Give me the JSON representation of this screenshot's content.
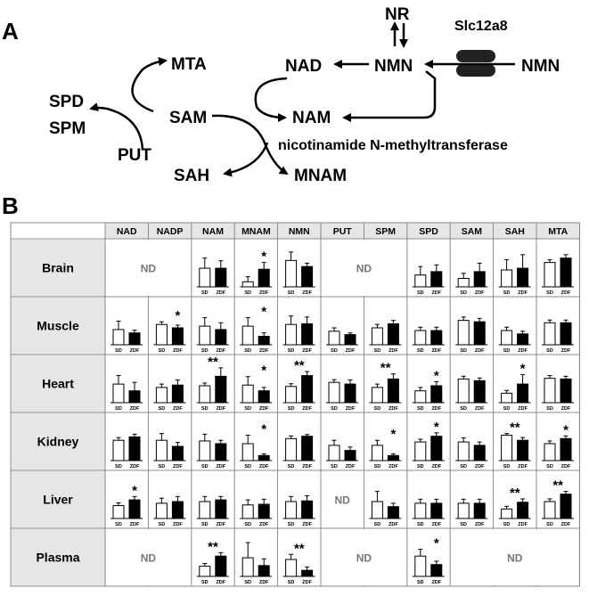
{
  "panel_a": {
    "label": "A",
    "nodes": {
      "nr": "NR",
      "transporter": "Slc12a8",
      "nmn_ext": "NMN",
      "nmn": "NMN",
      "nad": "NAD",
      "mta": "MTA",
      "spd": "SPD",
      "spm": "SPM",
      "sam": "SAM",
      "nam": "NAM",
      "put": "PUT",
      "sah": "SAH",
      "mnam": "MNAM",
      "enzyme": "nicotinamide N-methyltransferase"
    }
  },
  "panel_b": {
    "label": "B",
    "columns": [
      "NAD",
      "NADP",
      "NAM",
      "MNAM",
      "NMN",
      "PUT",
      "SPM",
      "SPD",
      "SAM",
      "SAH",
      "MTA"
    ],
    "rows": [
      "Brain",
      "Muscle",
      "Heart",
      "Kidney",
      "Liver",
      "Plasma"
    ],
    "nd_label": "ND",
    "bar_labels": [
      "SD",
      "ZDF"
    ],
    "colors": {
      "sd": "#ffffff",
      "zdf": "#000000",
      "header_bg": "#e6e6e6"
    },
    "nd_spans": [
      {
        "row": 0,
        "col": 0,
        "span": 2
      },
      {
        "row": 0,
        "col": 5,
        "span": 2
      },
      {
        "row": 4,
        "col": 5,
        "span": 1
      },
      {
        "row": 5,
        "col": 0,
        "span": 2
      },
      {
        "row": 5,
        "col": 5,
        "span": 2
      },
      {
        "row": 5,
        "col": 8,
        "span": 3
      }
    ],
    "cells": [
      {
        "row": 0,
        "col": 2,
        "sd": 0.55,
        "zdf": 0.55,
        "sd_err": 0.3,
        "zdf_err": 0.22,
        "sig": ""
      },
      {
        "row": 0,
        "col": 3,
        "sd": 0.15,
        "zdf": 0.52,
        "sd_err": 0.15,
        "zdf_err": 0.2,
        "sig": "*"
      },
      {
        "row": 0,
        "col": 4,
        "sd": 0.78,
        "zdf": 0.6,
        "sd_err": 0.25,
        "zdf_err": 0.1,
        "sig": ""
      },
      {
        "row": 0,
        "col": 7,
        "sd": 0.35,
        "zdf": 0.45,
        "sd_err": 0.25,
        "zdf_err": 0.2,
        "sig": ""
      },
      {
        "row": 0,
        "col": 8,
        "sd": 0.25,
        "zdf": 0.45,
        "sd_err": 0.15,
        "zdf_err": 0.25,
        "sig": ""
      },
      {
        "row": 0,
        "col": 9,
        "sd": 0.5,
        "zdf": 0.55,
        "sd_err": 0.3,
        "zdf_err": 0.4,
        "sig": ""
      },
      {
        "row": 0,
        "col": 10,
        "sd": 0.72,
        "zdf": 0.85,
        "sd_err": 0.08,
        "zdf_err": 0.1,
        "sig": ""
      },
      {
        "row": 1,
        "col": 0,
        "sd": 0.45,
        "zdf": 0.35,
        "sd_err": 0.25,
        "zdf_err": 0.08,
        "sig": ""
      },
      {
        "row": 1,
        "col": 1,
        "sd": 0.6,
        "zdf": 0.5,
        "sd_err": 0.08,
        "zdf_err": 0.08,
        "sig": "*"
      },
      {
        "row": 1,
        "col": 2,
        "sd": 0.55,
        "zdf": 0.45,
        "sd_err": 0.25,
        "zdf_err": 0.2,
        "sig": ""
      },
      {
        "row": 1,
        "col": 3,
        "sd": 0.55,
        "zdf": 0.25,
        "sd_err": 0.25,
        "zdf_err": 0.1,
        "sig": "*"
      },
      {
        "row": 1,
        "col": 4,
        "sd": 0.6,
        "zdf": 0.62,
        "sd_err": 0.25,
        "zdf_err": 0.2,
        "sig": ""
      },
      {
        "row": 1,
        "col": 5,
        "sd": 0.4,
        "zdf": 0.3,
        "sd_err": 0.1,
        "zdf_err": 0.05,
        "sig": ""
      },
      {
        "row": 1,
        "col": 6,
        "sd": 0.5,
        "zdf": 0.62,
        "sd_err": 0.1,
        "zdf_err": 0.1,
        "sig": ""
      },
      {
        "row": 1,
        "col": 7,
        "sd": 0.42,
        "zdf": 0.42,
        "sd_err": 0.1,
        "zdf_err": 0.1,
        "sig": ""
      },
      {
        "row": 1,
        "col": 8,
        "sd": 0.72,
        "zdf": 0.68,
        "sd_err": 0.1,
        "zdf_err": 0.1,
        "sig": ""
      },
      {
        "row": 1,
        "col": 9,
        "sd": 0.42,
        "zdf": 0.32,
        "sd_err": 0.1,
        "zdf_err": 0.08,
        "sig": ""
      },
      {
        "row": 1,
        "col": 10,
        "sd": 0.65,
        "zdf": 0.65,
        "sd_err": 0.08,
        "zdf_err": 0.08,
        "sig": ""
      },
      {
        "row": 2,
        "col": 0,
        "sd": 0.55,
        "zdf": 0.35,
        "sd_err": 0.25,
        "zdf_err": 0.25,
        "sig": ""
      },
      {
        "row": 2,
        "col": 1,
        "sd": 0.45,
        "zdf": 0.52,
        "sd_err": 0.1,
        "zdf_err": 0.15,
        "sig": ""
      },
      {
        "row": 2,
        "col": 2,
        "sd": 0.5,
        "zdf": 0.78,
        "sd_err": 0.08,
        "zdf_err": 0.25,
        "sig": "**"
      },
      {
        "row": 2,
        "col": 3,
        "sd": 0.52,
        "zdf": 0.35,
        "sd_err": 0.25,
        "zdf_err": 0.1,
        "sig": "*"
      },
      {
        "row": 2,
        "col": 4,
        "sd": 0.48,
        "zdf": 0.8,
        "sd_err": 0.08,
        "zdf_err": 0.12,
        "sig": "**"
      },
      {
        "row": 2,
        "col": 5,
        "sd": 0.6,
        "zdf": 0.55,
        "sd_err": 0.08,
        "zdf_err": 0.12,
        "sig": ""
      },
      {
        "row": 2,
        "col": 6,
        "sd": 0.45,
        "zdf": 0.7,
        "sd_err": 0.1,
        "zdf_err": 0.15,
        "sig": "**"
      },
      {
        "row": 2,
        "col": 7,
        "sd": 0.35,
        "zdf": 0.5,
        "sd_err": 0.1,
        "zdf_err": 0.12,
        "sig": "*"
      },
      {
        "row": 2,
        "col": 8,
        "sd": 0.7,
        "zdf": 0.65,
        "sd_err": 0.08,
        "zdf_err": 0.08,
        "sig": ""
      },
      {
        "row": 2,
        "col": 9,
        "sd": 0.28,
        "zdf": 0.55,
        "sd_err": 0.08,
        "zdf_err": 0.28,
        "sig": "*"
      },
      {
        "row": 2,
        "col": 10,
        "sd": 0.72,
        "zdf": 0.7,
        "sd_err": 0.08,
        "zdf_err": 0.08,
        "sig": ""
      },
      {
        "row": 3,
        "col": 0,
        "sd": 0.6,
        "zdf": 0.7,
        "sd_err": 0.08,
        "zdf_err": 0.08,
        "sig": ""
      },
      {
        "row": 3,
        "col": 1,
        "sd": 0.6,
        "zdf": 0.42,
        "sd_err": 0.2,
        "zdf_err": 0.12,
        "sig": ""
      },
      {
        "row": 3,
        "col": 2,
        "sd": 0.58,
        "zdf": 0.5,
        "sd_err": 0.2,
        "zdf_err": 0.1,
        "sig": ""
      },
      {
        "row": 3,
        "col": 3,
        "sd": 0.5,
        "zdf": 0.15,
        "sd_err": 0.25,
        "zdf_err": 0.05,
        "sig": "*"
      },
      {
        "row": 3,
        "col": 4,
        "sd": 0.65,
        "zdf": 0.72,
        "sd_err": 0.08,
        "zdf_err": 0.05,
        "sig": ""
      },
      {
        "row": 3,
        "col": 5,
        "sd": 0.45,
        "zdf": 0.3,
        "sd_err": 0.15,
        "zdf_err": 0.1,
        "sig": ""
      },
      {
        "row": 3,
        "col": 6,
        "sd": 0.45,
        "zdf": 0.15,
        "sd_err": 0.15,
        "zdf_err": 0.05,
        "sig": "*"
      },
      {
        "row": 3,
        "col": 7,
        "sd": 0.55,
        "zdf": 0.72,
        "sd_err": 0.08,
        "zdf_err": 0.1,
        "sig": "*"
      },
      {
        "row": 3,
        "col": 8,
        "sd": 0.55,
        "zdf": 0.45,
        "sd_err": 0.12,
        "zdf_err": 0.1,
        "sig": ""
      },
      {
        "row": 3,
        "col": 9,
        "sd": 0.75,
        "zdf": 0.6,
        "sd_err": 0.05,
        "zdf_err": 0.08,
        "sig": "**"
      },
      {
        "row": 3,
        "col": 10,
        "sd": 0.5,
        "zdf": 0.65,
        "sd_err": 0.08,
        "zdf_err": 0.08,
        "sig": "*"
      },
      {
        "row": 4,
        "col": 0,
        "sd": 0.38,
        "zdf": 0.55,
        "sd_err": 0.08,
        "zdf_err": 0.1,
        "sig": "*"
      },
      {
        "row": 4,
        "col": 1,
        "sd": 0.45,
        "zdf": 0.5,
        "sd_err": 0.15,
        "zdf_err": 0.15,
        "sig": ""
      },
      {
        "row": 4,
        "col": 2,
        "sd": 0.5,
        "zdf": 0.55,
        "sd_err": 0.15,
        "zdf_err": 0.1,
        "sig": ""
      },
      {
        "row": 4,
        "col": 3,
        "sd": 0.4,
        "zdf": 0.42,
        "sd_err": 0.15,
        "zdf_err": 0.15,
        "sig": ""
      },
      {
        "row": 4,
        "col": 4,
        "sd": 0.5,
        "zdf": 0.52,
        "sd_err": 0.15,
        "zdf_err": 0.15,
        "sig": ""
      },
      {
        "row": 4,
        "col": 6,
        "sd": 0.5,
        "zdf": 0.35,
        "sd_err": 0.3,
        "zdf_err": 0.1,
        "sig": ""
      },
      {
        "row": 4,
        "col": 7,
        "sd": 0.45,
        "zdf": 0.45,
        "sd_err": 0.12,
        "zdf_err": 0.12,
        "sig": ""
      },
      {
        "row": 4,
        "col": 8,
        "sd": 0.45,
        "zdf": 0.45,
        "sd_err": 0.12,
        "zdf_err": 0.12,
        "sig": ""
      },
      {
        "row": 4,
        "col": 9,
        "sd": 0.28,
        "zdf": 0.48,
        "sd_err": 0.08,
        "zdf_err": 0.1,
        "sig": "**"
      },
      {
        "row": 4,
        "col": 10,
        "sd": 0.5,
        "zdf": 0.72,
        "sd_err": 0.08,
        "zdf_err": 0.08,
        "sig": "**"
      },
      {
        "row": 5,
        "col": 2,
        "sd": 0.3,
        "zdf": 0.6,
        "sd_err": 0.08,
        "zdf_err": 0.1,
        "sig": "**"
      },
      {
        "row": 5,
        "col": 3,
        "sd": 0.55,
        "zdf": 0.32,
        "sd_err": 0.45,
        "zdf_err": 0.2,
        "sig": ""
      },
      {
        "row": 5,
        "col": 4,
        "sd": 0.5,
        "zdf": 0.18,
        "sd_err": 0.15,
        "zdf_err": 0.1,
        "sig": "**"
      },
      {
        "row": 5,
        "col": 7,
        "sd": 0.6,
        "zdf": 0.35,
        "sd_err": 0.2,
        "zdf_err": 0.1,
        "sig": "*"
      }
    ]
  }
}
